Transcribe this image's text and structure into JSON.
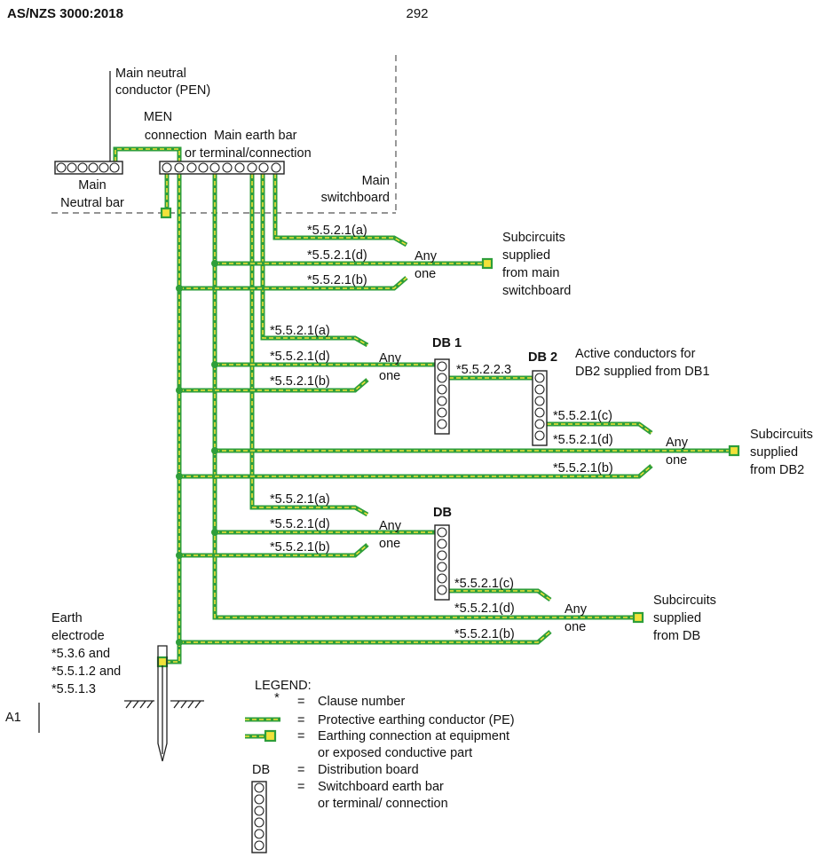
{
  "header": {
    "standard": "AS/NZS 3000:2018",
    "page_number": "292"
  },
  "labels": {
    "main_neutral_line1": "Main neutral",
    "main_neutral_line2": "conductor (PEN)",
    "men_line1": "MEN",
    "men_line2": "connection",
    "main_earth_bar_line1": "Main earth bar",
    "main_earth_bar_line2": "or terminal/connection",
    "main_sb_line1": "Main",
    "main_sb_line2": "switchboard",
    "neutral_bar_line1": "Main",
    "neutral_bar_line2": "Neutral bar",
    "clause_a": "*5.5.2.1(a)",
    "clause_d": "*5.5.2.1(d)",
    "clause_b": "*5.5.2.1(b)",
    "clause_c": "*5.5.2.1(c)",
    "clause_223": "*5.5.2.2.3",
    "any": "Any",
    "one": "one",
    "sub_main_1": "Subcircuits",
    "sub_main_2": "supplied",
    "sub_main_3": "from main",
    "sub_main_4": "switchboard",
    "db1": "DB 1",
    "db2": "DB 2",
    "db": "DB",
    "active_1": "Active conductors for",
    "active_2": "DB2 supplied from DB1",
    "sub_db2_1": "Subcircuits",
    "sub_db2_2": "supplied",
    "sub_db2_3": "from DB2",
    "sub_db_1": "Subcircuits",
    "sub_db_2": "supplied",
    "sub_db_3": "from DB",
    "electrode_1": "Earth",
    "electrode_2": "electrode",
    "electrode_3": "*5.3.6 and",
    "electrode_4": "*5.5.1.2 and",
    "electrode_5": "*5.5.1.3",
    "amendment": "A1"
  },
  "legend": {
    "title": "LEGEND:",
    "sym_star": "*",
    "sym_db": "DB",
    "eq": "=",
    "star_desc": "Clause number",
    "pe_desc": "Protective earthing conductor (PE)",
    "conn_desc_1": "Earthing connection at equipment",
    "conn_desc_2": "or exposed conductive part",
    "db_desc": "Distribution board",
    "bar_desc_1": "Switchboard earth bar",
    "bar_desc_2": "or terminal/ connection"
  },
  "colors": {
    "pe_green": "#2e9e3a",
    "pe_yellow": "#f2e23a",
    "line": "#222222"
  }
}
